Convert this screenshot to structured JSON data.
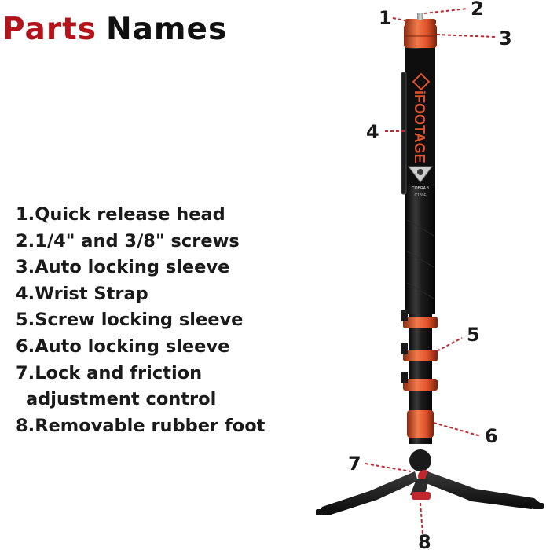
{
  "title": {
    "word1": "Parts",
    "word2": "Names"
  },
  "parts": [
    "1.Quick release head",
    "2.1/4\" and 3/8\" screws",
    "3.Auto locking sleeve",
    "4.Wrist Strap",
    "5.Screw locking sleeve",
    "6.Auto locking sleeve",
    "7.Lock and friction",
    "adjustment control",
    "8.Removable rubber foot"
  ],
  "callouts": [
    "1",
    "2",
    "3",
    "4",
    "5",
    "6",
    "7",
    "8"
  ],
  "brand": {
    "logo_text": "iFOOTAGE",
    "model": "COBRA 3",
    "code": "C180F"
  },
  "colors": {
    "title_accent": "#b3141b",
    "parts_orange": "#e0522b",
    "leader_red": "#c1272d",
    "text": "#1a1a1a"
  }
}
